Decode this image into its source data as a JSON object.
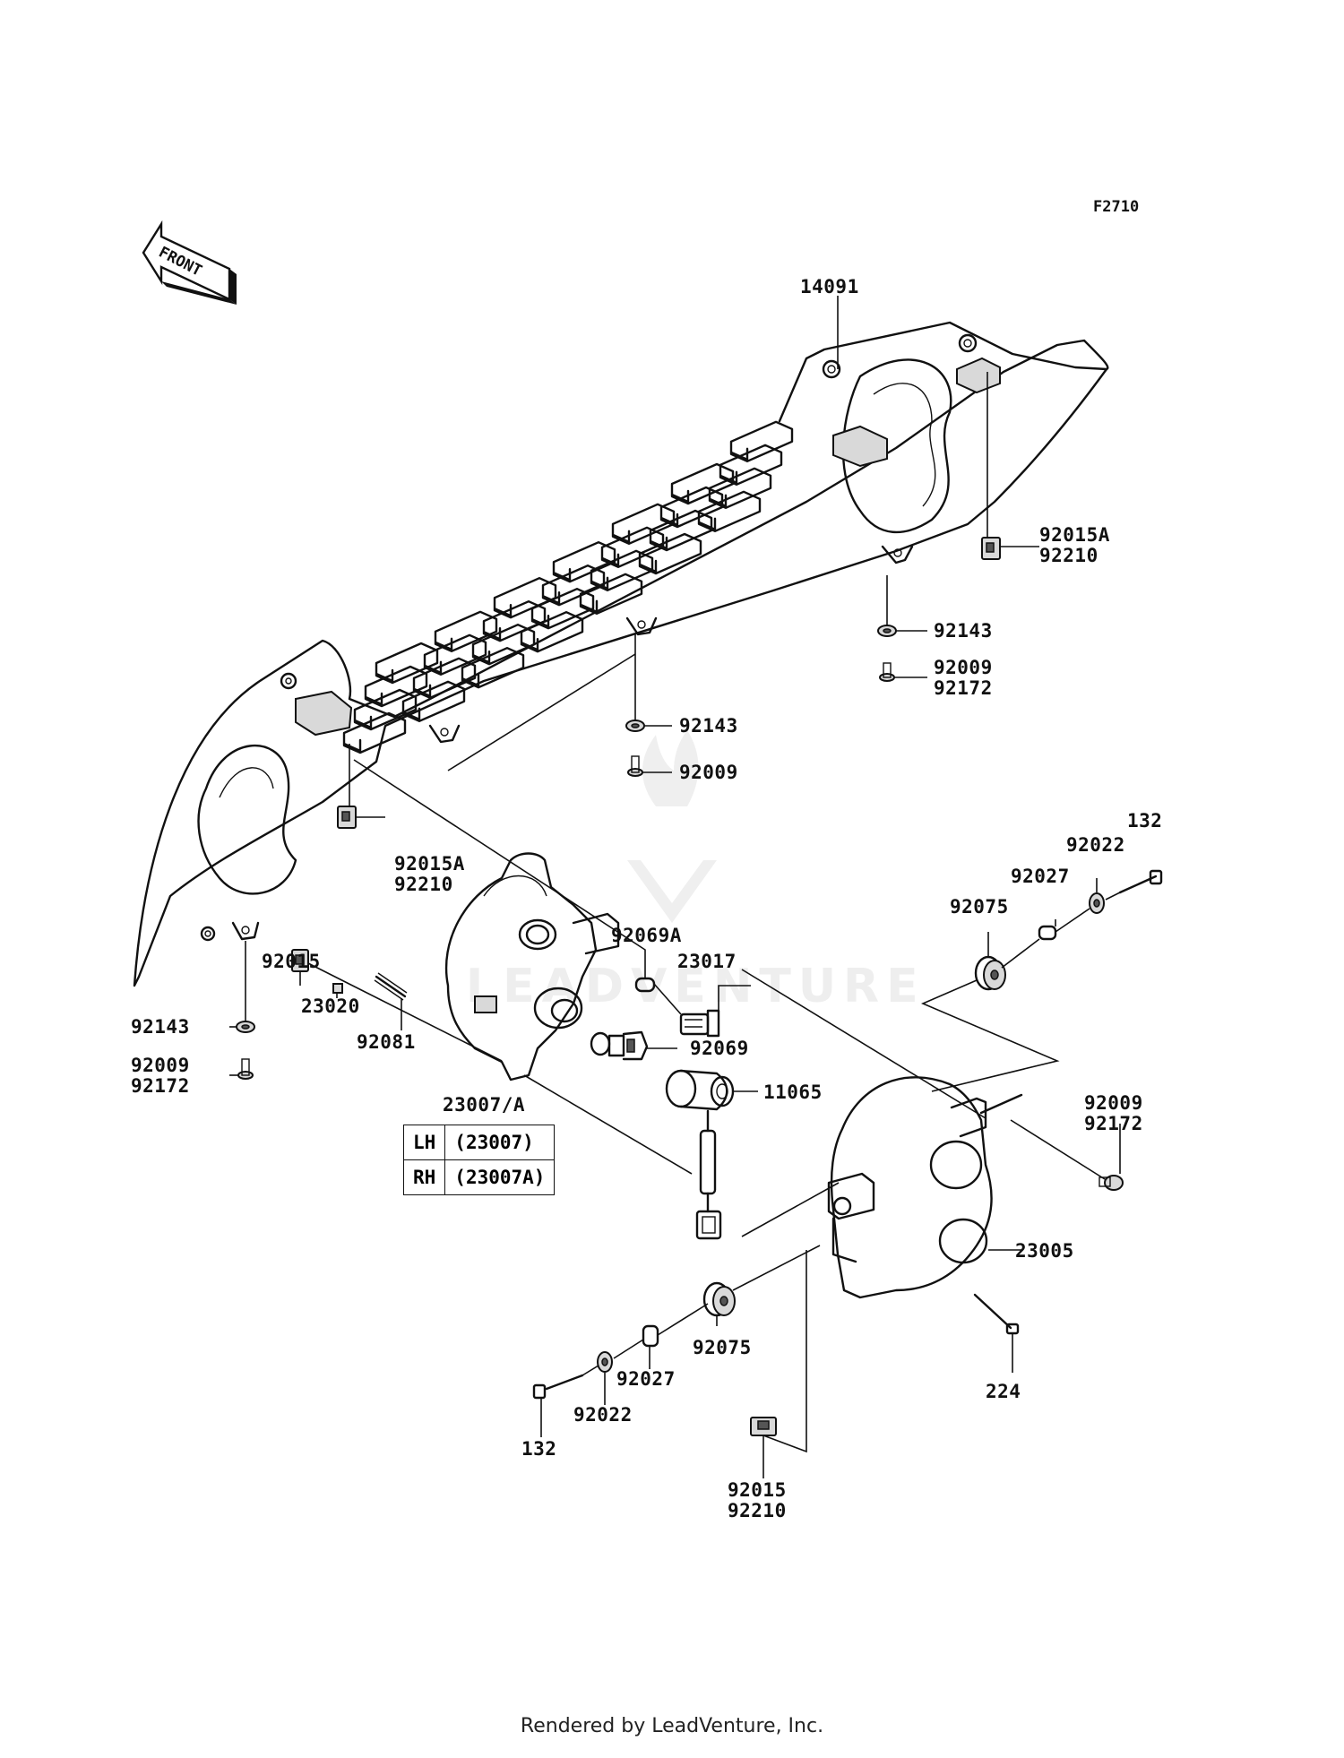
{
  "figure_code": "F2710",
  "front_label": "FRONT",
  "watermark": "LEADVENTURE",
  "footer": "Rendered by LeadVenture, Inc.",
  "labels": {
    "p14091": "14091",
    "p92015A_a": "92015A",
    "p92210_a": "92210",
    "p92143_a": "92143",
    "p92009_a": "92009",
    "p92172_a": "92172",
    "p92143_b": "92143",
    "p92009_b": "92009",
    "p92015A_b": "92015A",
    "p92210_b": "92210",
    "p92015_a": "92015",
    "p23020": "23020",
    "p92081": "92081",
    "p92069A": "92069A",
    "p23017": "23017",
    "p92069": "92069",
    "p11065": "11065",
    "p23007A": "23007/A",
    "p92143_c": "92143",
    "p92009_c": "92009",
    "p92172_c": "92172",
    "p132_a": "132",
    "p92022_a": "92022",
    "p92027_a": "92027",
    "p92075_a": "92075",
    "p92009_d": "92009",
    "p92172_d": "92172",
    "p23005": "23005",
    "p224": "224",
    "p92075_b": "92075",
    "p92027_b": "92027",
    "p92022_b": "92022",
    "p132_b": "132",
    "p92015_b": "92015",
    "p92210_c": "92210"
  },
  "variant_table": [
    {
      "side": "LH",
      "part": "(23007)"
    },
    {
      "side": "RH",
      "part": "(23007A)"
    }
  ]
}
